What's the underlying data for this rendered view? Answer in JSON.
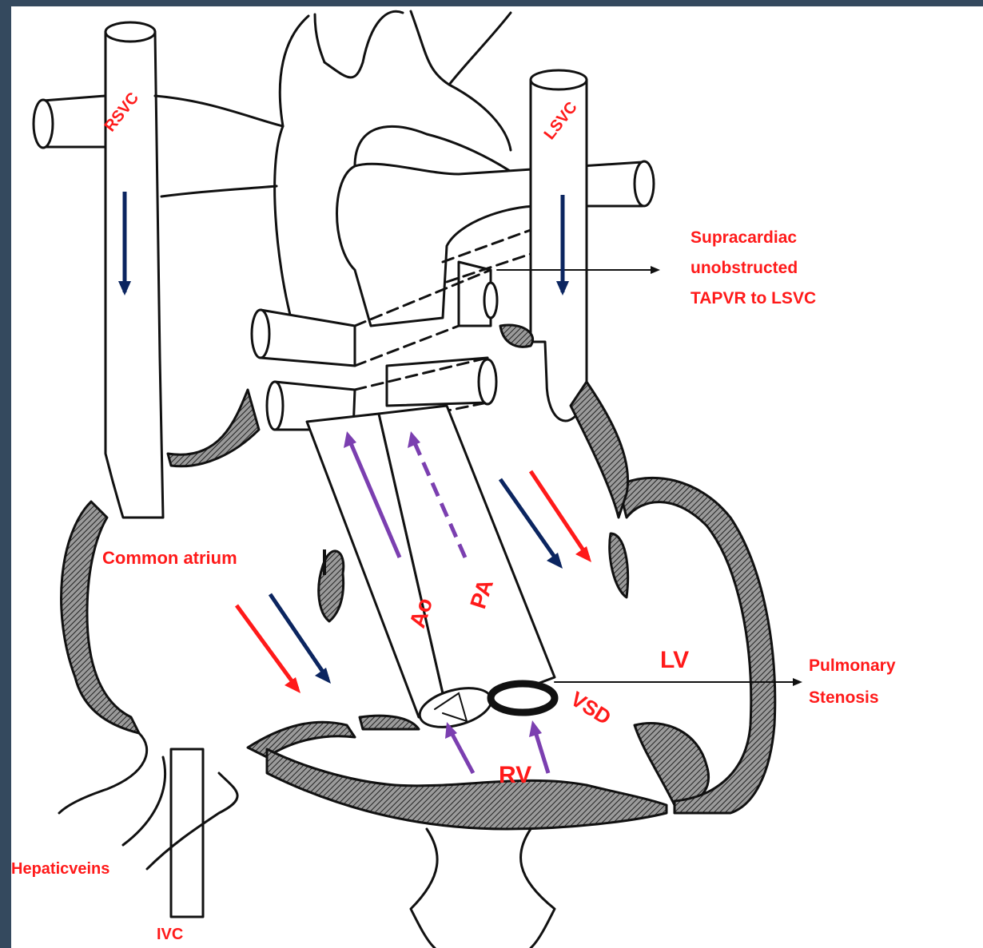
{
  "colors": {
    "background": "#34495e",
    "label_red": "#ff1a1a",
    "arrow_red": "#ff1a1a",
    "arrow_navy": "#0b2560",
    "arrow_purple": "#7b3fb0",
    "ink": "#111111"
  },
  "labels": {
    "rsvc": "RSVC",
    "lsvc": "LSVC",
    "ao": "Ao",
    "pa": "PA",
    "lv": "LV",
    "rv": "RV",
    "vsd": "VSD",
    "ivc": "IVC",
    "common_atrium": "Common atrium",
    "hepatic_veins": "Hepaticveins",
    "tapvr_line1": "Supracardiac",
    "tapvr_line2": "unobstructed",
    "tapvr_line3": "TAPVR to LSVC",
    "ps_line1": "Pulmonary",
    "ps_line2": "Stenosis"
  }
}
